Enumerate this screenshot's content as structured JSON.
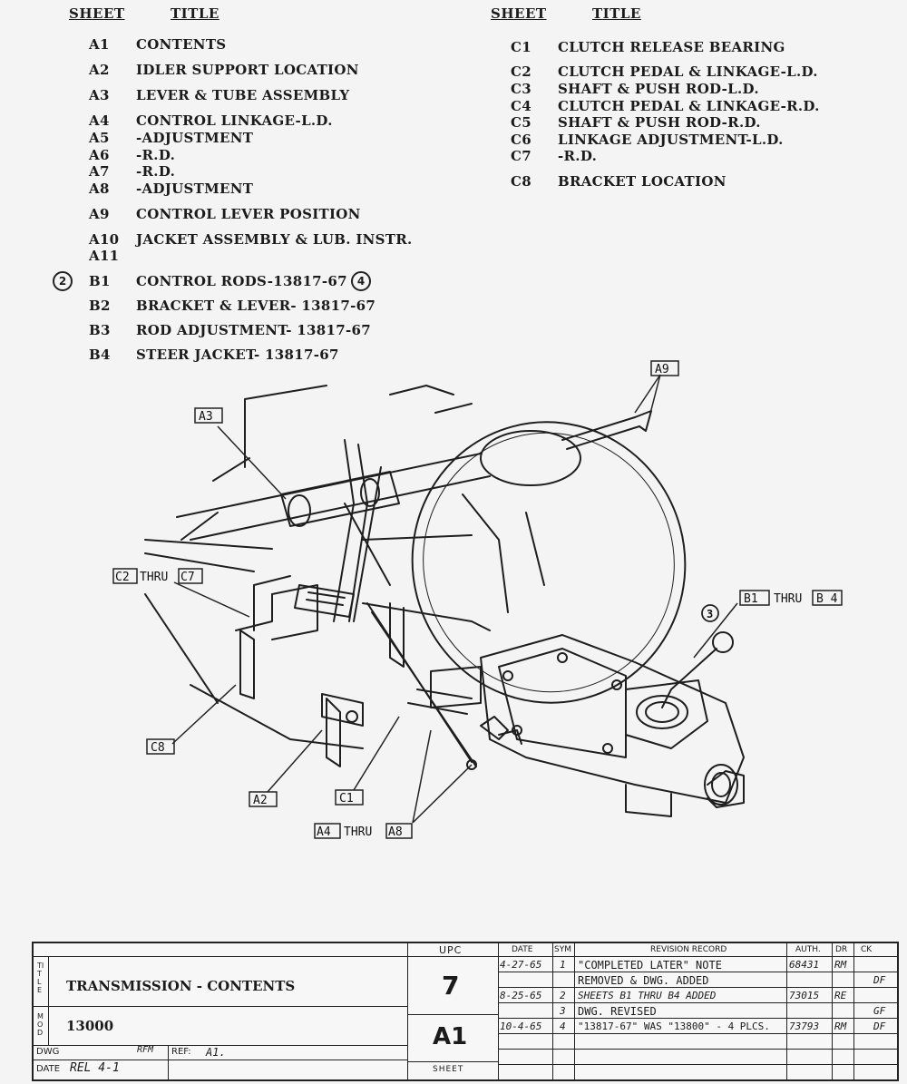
{
  "contents": {
    "header_sheet": "SHEET",
    "header_title": "TITLE",
    "left": [
      {
        "sheet": "A1",
        "title": "CONTENTS"
      },
      {
        "sheet": "A2",
        "title": "IDLER SUPPORT LOCATION"
      },
      {
        "sheet": "A3",
        "title": "LEVER & TUBE ASSEMBLY"
      },
      {
        "sheet": "A4",
        "title": "CONTROL LINKAGE-L.D."
      },
      {
        "sheet": "A5",
        "title": "-ADJUSTMENT"
      },
      {
        "sheet": "A6",
        "title": "-R.D."
      },
      {
        "sheet": "A7",
        "title": "-R.D."
      },
      {
        "sheet": "A8",
        "title": "-ADJUSTMENT"
      },
      {
        "sheet": "A9",
        "title": "CONTROL LEVER POSITION"
      },
      {
        "sheet": "A10",
        "title": "JACKET ASSEMBLY & LUB. INSTR."
      },
      {
        "sheet": "A11",
        "title": ""
      },
      {
        "sheet": "B1",
        "title": "CONTROL RODS-13817-67"
      },
      {
        "sheet": "B2",
        "title": "BRACKET & LEVER- 13817-67"
      },
      {
        "sheet": "B3",
        "title": "ROD ADJUSTMENT- 13817-67"
      },
      {
        "sheet": "B4",
        "title": "STEER JACKET- 13817-67"
      }
    ],
    "right": [
      {
        "sheet": "C1",
        "title": "CLUTCH RELEASE BEARING"
      },
      {
        "sheet": "C2",
        "title": "CLUTCH PEDAL & LINKAGE-L.D."
      },
      {
        "sheet": "C3",
        "title": "SHAFT & PUSH ROD-L.D."
      },
      {
        "sheet": "C4",
        "title": "CLUTCH PEDAL & LINKAGE-R.D."
      },
      {
        "sheet": "C5",
        "title": "SHAFT & PUSH ROD-R.D."
      },
      {
        "sheet": "C6",
        "title": "LINKAGE ADJUSTMENT-L.D."
      },
      {
        "sheet": "C7",
        "title": "-R.D."
      },
      {
        "sheet": "C8",
        "title": "BRACKET LOCATION"
      }
    ],
    "rev_marks": {
      "b1_left": "2",
      "b1_right": "4"
    }
  },
  "diagram": {
    "labels": {
      "a9": "A9",
      "a3": "A3",
      "c2": "C2",
      "thru": "THRU",
      "c7": "C7",
      "b1": "B1",
      "b4": "B 4",
      "c8": "C8",
      "a2": "A2",
      "c1": "C1",
      "a4": "A4",
      "a8": "A8",
      "rev3": "3"
    }
  },
  "title_block": {
    "title_vertical": "TITLE",
    "title": "TRANSMISSION - CONTENTS",
    "mod_vertical": "MOD",
    "mod": "13000",
    "upc_label": "UPC",
    "upc": "7",
    "sheet": "A1",
    "sheet_label": "SHEET",
    "dwg_label": "DWG",
    "dwg_by": "RFM",
    "ref_label": "REF:",
    "ref_value": "A1.",
    "date_label": "DATE",
    "date_value": "REL 4-1",
    "revision_headers": {
      "date": "DATE",
      "sym": "SYM",
      "record": "REVISION RECORD",
      "auth": "AUTH.",
      "dr": "DR",
      "ck": "CK"
    },
    "revisions": [
      {
        "date": "4-27-65",
        "sym": "1",
        "record": "\"COMPLETED LATER\" NOTE",
        "auth": "68431",
        "dr": "RM",
        "ck": ""
      },
      {
        "date": "",
        "sym": "",
        "record": "REMOVED & DWG. ADDED",
        "auth": "",
        "dr": "",
        "ck": "DF"
      },
      {
        "date": "8-25-65",
        "sym": "2",
        "record": "SHEETS B1 THRU B4 ADDED",
        "auth": "73015",
        "dr": "RE",
        "ck": ""
      },
      {
        "date": "",
        "sym": "3",
        "record": "DWG. REVISED",
        "auth": "",
        "dr": "",
        "ck": "GF"
      },
      {
        "date": "10-4-65",
        "sym": "4",
        "record": "\"13817-67\" WAS \"13800\" - 4 PLCS.",
        "auth": "73793",
        "dr": "RM",
        "ck": "DF"
      }
    ]
  }
}
